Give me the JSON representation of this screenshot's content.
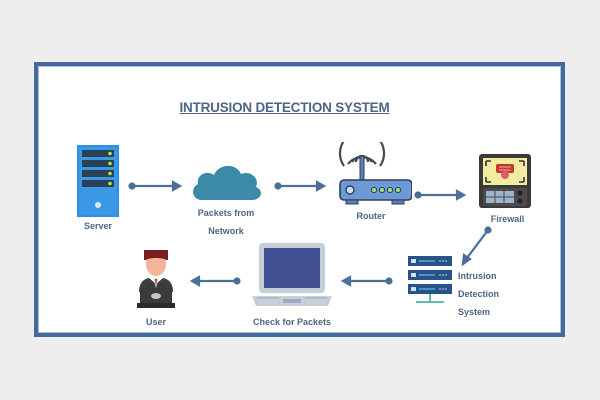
{
  "diagram": {
    "title": "INTRUSION DETECTION SYSTEM",
    "colors": {
      "frame": "#44699a",
      "text": "#4f6585",
      "arrow": "#4a6f99",
      "server": "#2f8fe0",
      "cloud": "#3a8aa8",
      "router": "#6d9ad6",
      "firewall_screen": "#f3eba0",
      "laptop_screen": "#3f4f8f",
      "ids_rack": "#27528a"
    },
    "nodes": [
      {
        "id": "server",
        "label": "Server",
        "icon": "server-icon"
      },
      {
        "id": "network",
        "label_lines": [
          "Packets from",
          "Network"
        ],
        "icon": "cloud-icon"
      },
      {
        "id": "router",
        "label": "Router",
        "icon": "router-icon"
      },
      {
        "id": "firewall",
        "label": "Firewall",
        "icon": "firewall-laptop-icon"
      },
      {
        "id": "ids",
        "label_lines": [
          "Intrusion",
          "Detection",
          "System"
        ],
        "icon": "server-rack-icon"
      },
      {
        "id": "check",
        "label": "Check for Packets",
        "icon": "laptop-icon"
      },
      {
        "id": "user",
        "label": "User",
        "icon": "user-at-laptop-icon"
      }
    ],
    "edges": [
      {
        "from": "server",
        "to": "network"
      },
      {
        "from": "network",
        "to": "router"
      },
      {
        "from": "router",
        "to": "firewall"
      },
      {
        "from": "firewall",
        "to": "ids"
      },
      {
        "from": "ids",
        "to": "check"
      },
      {
        "from": "check",
        "to": "user"
      }
    ]
  }
}
